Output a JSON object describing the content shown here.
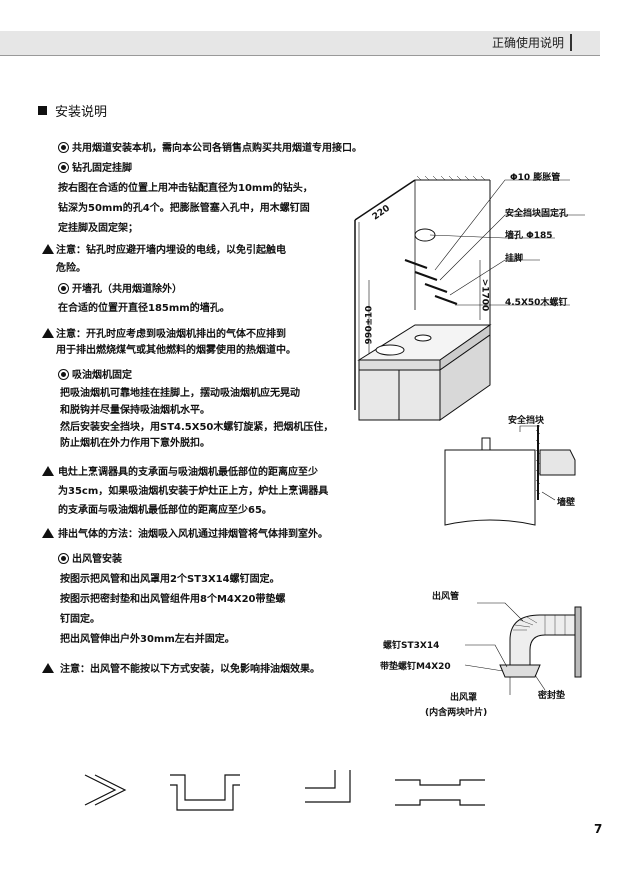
{
  "header": {
    "title": "正确使用说明"
  },
  "section": {
    "title": "安装说明"
  },
  "content": {
    "l1": "共用烟道安装本机，需向本公司各销售点购买共用烟道专用接口。",
    "l2": "钻孔固定挂脚",
    "l3": "按右图在合适的位置上用冲击钻配直径为10mm的钻头，",
    "l4": "钻深为50mm的孔4个。把膨胀管塞入孔中，用木螺钉固",
    "l5": "定挂脚及固定架；",
    "l6": "注意：钻孔时应避开墙内埋设的电线，以免引起触电",
    "l7": "危险。",
    "l8": "开墙孔（共用烟道除外）",
    "l9": "在合适的位置开直径185mm的墙孔。",
    "l10": "注意：开孔时应考虑到吸油烟机排出的气体不应排到",
    "l11": "用于排出燃烧煤气或其他燃料的烟雾使用的热烟道中。",
    "l12": "吸油烟机固定",
    "l13": "把吸油烟机可靠地挂在挂脚上，摆动吸油烟机应无晃动",
    "l14": "和脱钩并尽量保持吸油烟机水平。",
    "l15": "然后安装安全挡块，用ST4.5X50木螺钉旋紧，把烟机压住，",
    "l16": "防止烟机在外力作用下意外脱扣。",
    "l17": "电灶上烹调器具的支承面与吸油烟机最低部位的距离应至少",
    "l18": "为35cm，如果吸油烟机安装于炉灶正上方，炉灶上烹调器具",
    "l19": "的支承面与吸油烟机最低部位的距离应至少65。",
    "l20": "排出气体的方法：油烟吸入风机通过排烟管将气体排到室外。",
    "l21": "出风管安装",
    "l22": "按图示把风管和出风罩用2个ST3X14螺钉固定。",
    "l23": "按图示把密封垫和出风管组件用8个M4X20带垫螺",
    "l24": "钉固定。",
    "l25": "把出风管伸出户外30mm左右并固定。",
    "l26": "注意：出风管不能按以下方式安装，以免影响排油烟效果。"
  },
  "diagram1": {
    "expansion": "Φ10 膨胀管",
    "safety_block_hole": "安全挡块固定孔",
    "wall_hole": "墙孔 Φ185",
    "hook": "挂脚",
    "screw": "4.5X50木螺钉",
    "dim_220": "220",
    "dim_1700": ">1700",
    "dim_990": "990±10"
  },
  "diagram2": {
    "safety_block": "安全挡块",
    "wall": "墙壁"
  },
  "diagram3": {
    "outlet_pipe": "出风管",
    "screw1": "螺钉ST3X14",
    "screw2": "带垫螺钉M4X20",
    "hood": "出风罩",
    "hood_note": "(内含两块叶片)",
    "seal": "密封垫"
  },
  "page": {
    "number": "7"
  }
}
